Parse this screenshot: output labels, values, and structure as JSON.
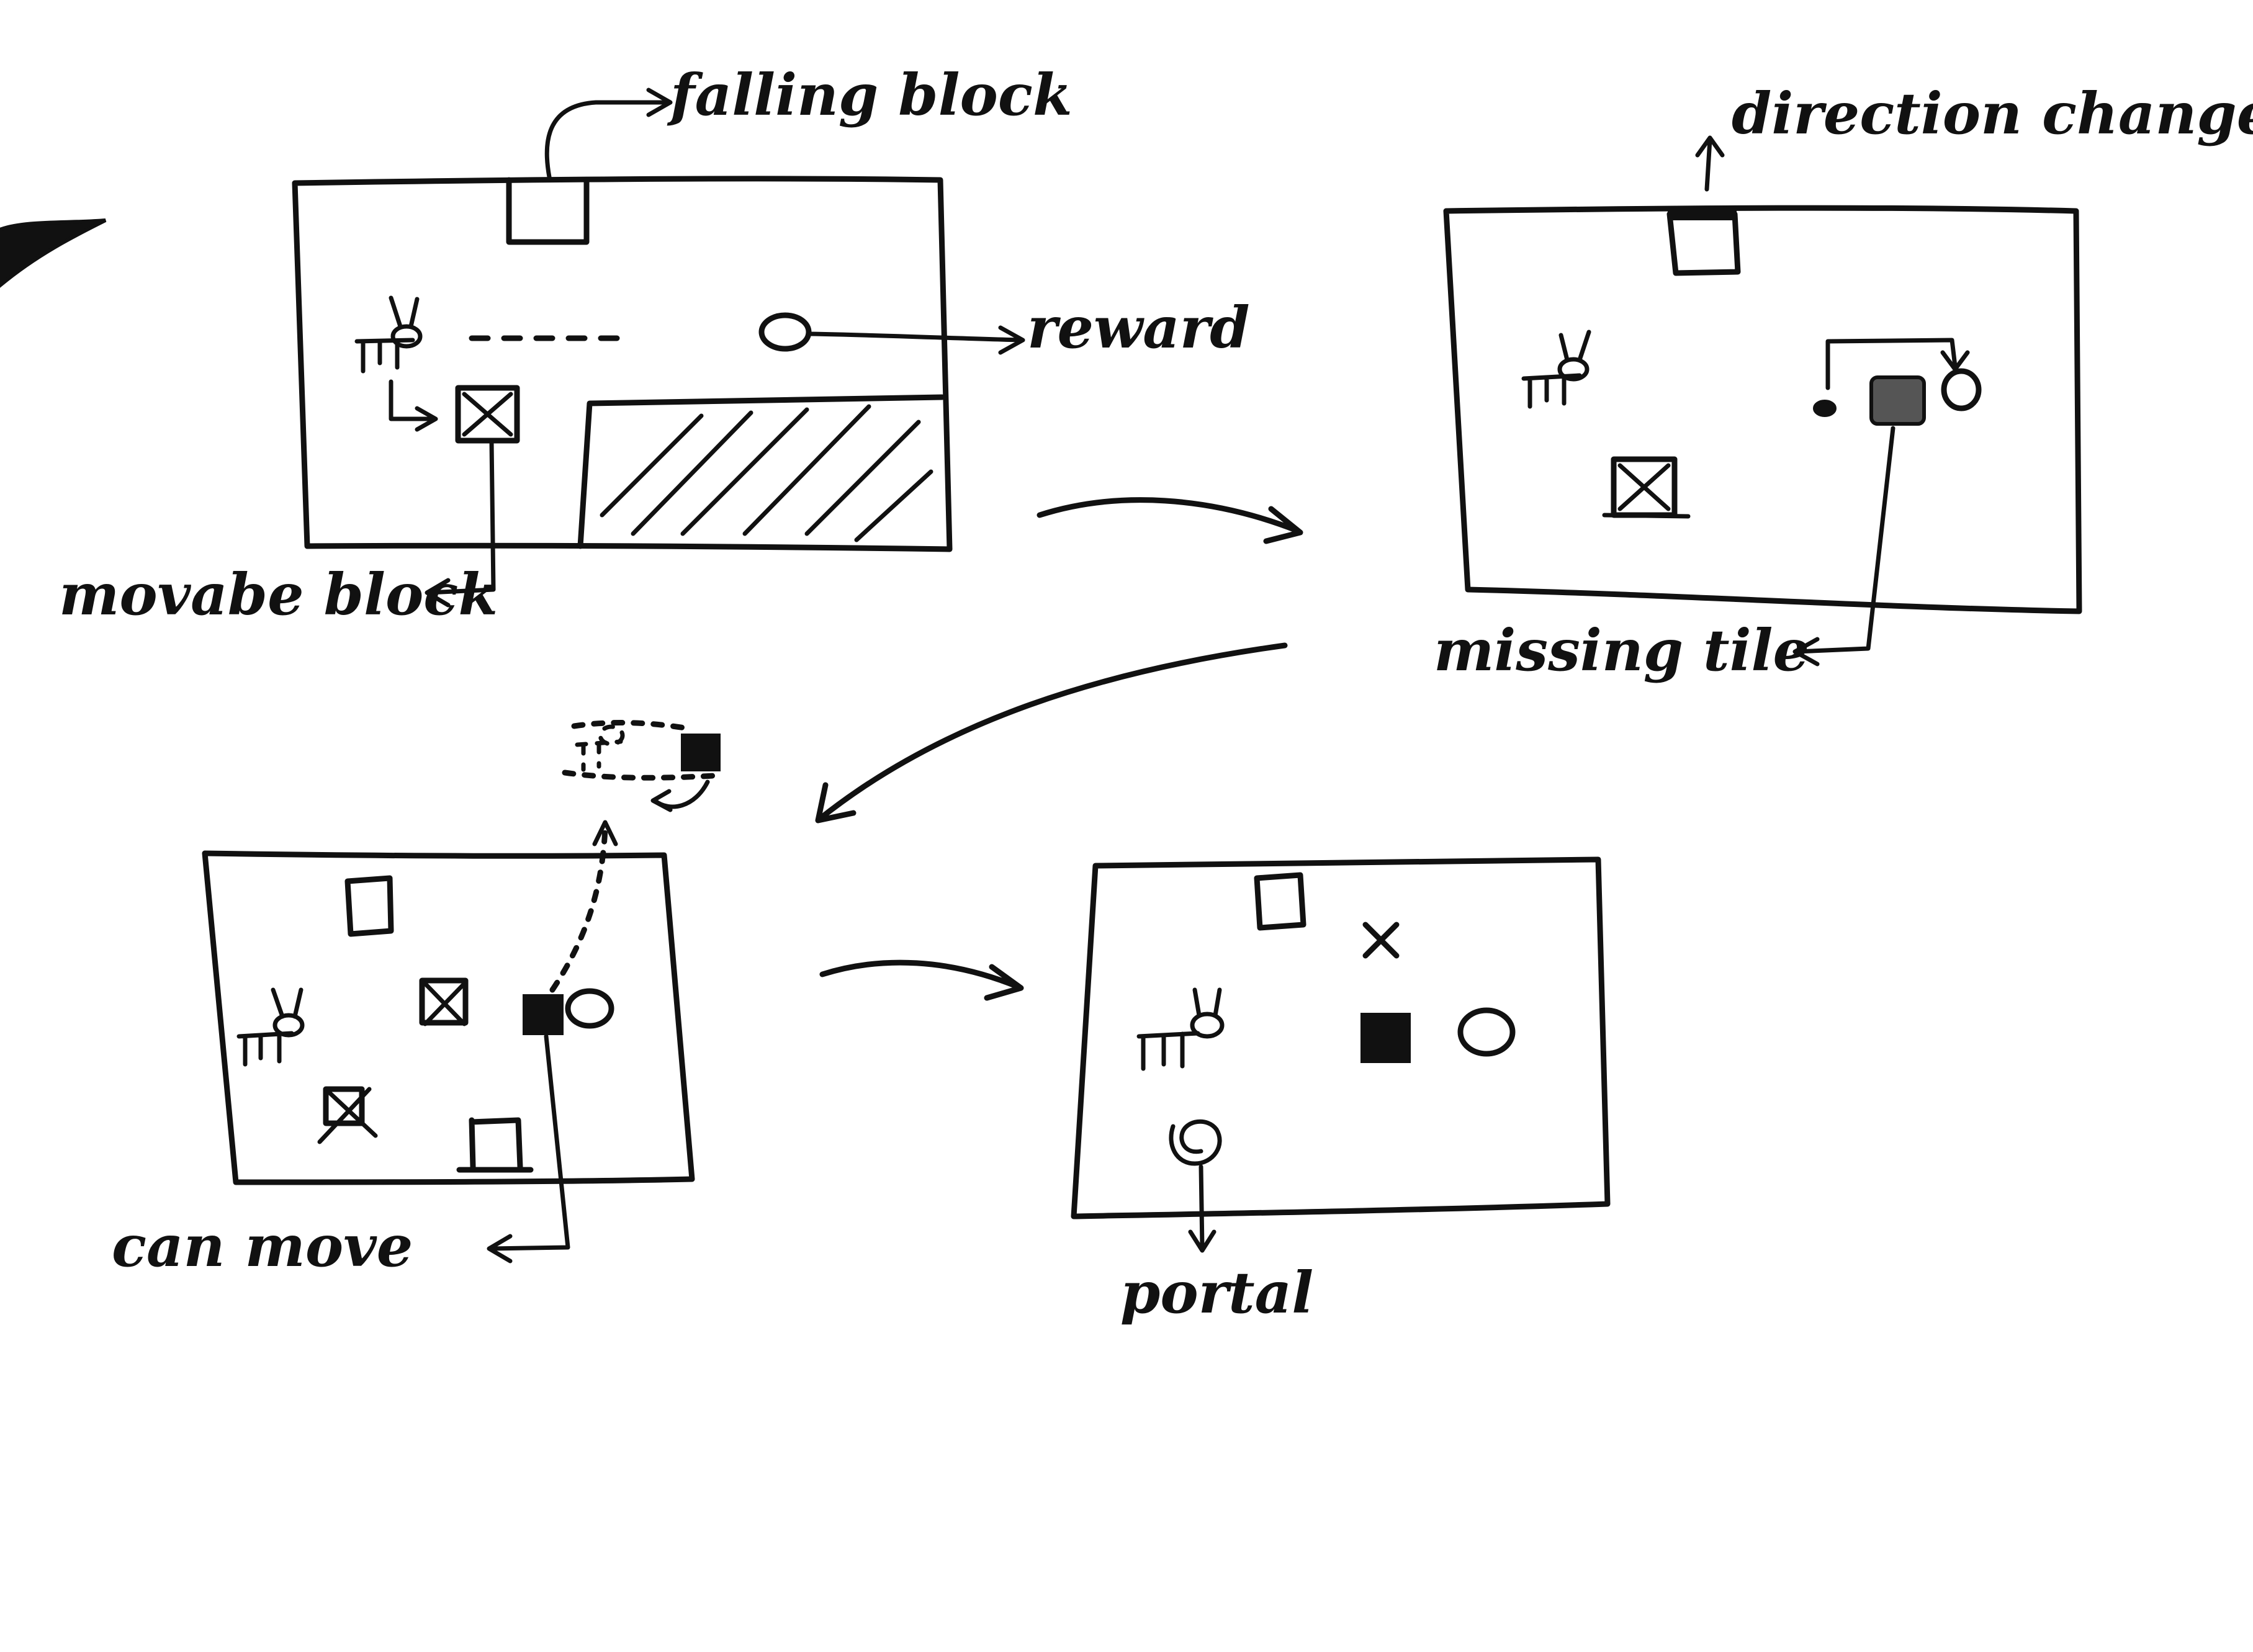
{
  "labels": {
    "falling_block": "falling block",
    "reward": "reward",
    "movable_block": "movabe block",
    "direction_change": "direction change",
    "missing_tile": "missing tile",
    "can_move": "can move",
    "portal": "portal"
  },
  "colors": {
    "ink": "#111111",
    "paper": "#ffffff",
    "gray_fill": "#555555"
  },
  "icons": {
    "player": "rabbit-figure-icon",
    "reward": "circle-icon",
    "falling_block": "open-square-icon",
    "movable_block": "x-box-icon",
    "missing_tile": "filled-square-icon",
    "portal": "spiral-icon"
  }
}
